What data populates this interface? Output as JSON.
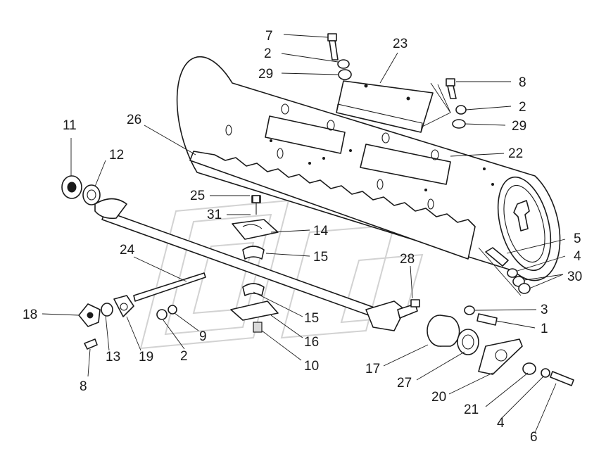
{
  "labels": {
    "l1": "1",
    "l2a": "2",
    "l2b": "2",
    "l2c": "2",
    "l3": "3",
    "l4a": "4",
    "l4b": "4",
    "l5": "5",
    "l6": "6",
    "l7": "7",
    "l8a": "8",
    "l8b": "8",
    "l9": "9",
    "l10": "10",
    "l11": "11",
    "l12": "12",
    "l13": "13",
    "l14": "14",
    "l15a": "15",
    "l15b": "15",
    "l16": "16",
    "l17": "17",
    "l18": "18",
    "l19": "19",
    "l20": "20",
    "l21": "21",
    "l22": "22",
    "l23": "23",
    "l24": "24",
    "l25": "25",
    "l26": "26",
    "l27": "27",
    "l28": "28",
    "l29a": "29",
    "l29b": "29",
    "l30": "30",
    "l31": "31"
  }
}
